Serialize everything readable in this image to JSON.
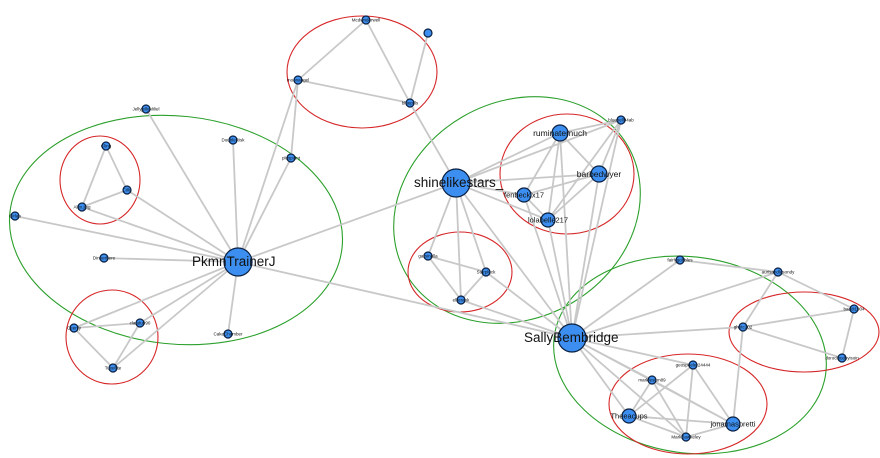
{
  "colors": {
    "node_fill": "#3c8ff0",
    "node_stroke": "#0a1f40",
    "edge": "#c8c8c8",
    "ring_green": "#2ca02c",
    "ring_red": "#d62728"
  },
  "nodes": [
    {
      "id": "pkmn",
      "label": "PkmnTrainerJ",
      "size": "xl"
    },
    {
      "id": "shine",
      "label": "shinelikestars_",
      "size": "xl"
    },
    {
      "id": "sally",
      "label": "SallyBembridge",
      "size": "xl"
    },
    {
      "id": "rumin",
      "label": "ruminatemuch",
      "size": "l"
    },
    {
      "id": "barb",
      "label": "barbedwyer",
      "size": "l"
    },
    {
      "id": "fen",
      "label": "fenbeckix17",
      "size": "m"
    },
    {
      "id": "lola",
      "label": "lolabelle217",
      "size": "m"
    },
    {
      "id": "blue",
      "label": "bluebell94ab",
      "size": "s"
    },
    {
      "id": "moon",
      "label": "moonangel",
      "size": "s"
    },
    {
      "id": "blank",
      "label": "bluepills",
      "size": "s"
    },
    {
      "id": "sdot",
      "label": "Mcdwnderwell",
      "size": "s"
    },
    {
      "id": "dot1",
      "label": "",
      "size": "s"
    },
    {
      "id": "jelly",
      "label": "JellyjellyMiliel",
      "size": "s"
    },
    {
      "id": "dovi",
      "label": "DoubleRisk",
      "size": "s"
    },
    {
      "id": "plus",
      "label": "pluspoint",
      "size": "s"
    },
    {
      "id": "c1",
      "label": "Cling",
      "size": "s"
    },
    {
      "id": "c2",
      "label": "Cillu",
      "size": "s"
    },
    {
      "id": "c3",
      "label": "Alex.jing",
      "size": "s"
    },
    {
      "id": "left",
      "label": "Cirlan",
      "size": "s"
    },
    {
      "id": "dinn",
      "label": "Dinnerhere",
      "size": "s"
    },
    {
      "id": "h1",
      "label": "Ceenly",
      "size": "s"
    },
    {
      "id": "h2",
      "label": "claudu990",
      "size": "s"
    },
    {
      "id": "h3",
      "label": "Tuxellite",
      "size": "s"
    },
    {
      "id": "cake",
      "label": "CakeChamber",
      "size": "s"
    },
    {
      "id": "g1",
      "label": "garsinella",
      "size": "s"
    },
    {
      "id": "g2",
      "label": "Starpluck",
      "size": "s"
    },
    {
      "id": "g3",
      "label": "ellierank",
      "size": "s"
    },
    {
      "id": "fair",
      "label": "fairlygobbles",
      "size": "s"
    },
    {
      "id": "aur",
      "label": "aurisandlesondy",
      "size": "s"
    },
    {
      "id": "ra",
      "label": "ghotc202",
      "size": "s"
    },
    {
      "id": "rb",
      "label": "baddi1904",
      "size": "s"
    },
    {
      "id": "rc",
      "label": "dorocloudsyisoin",
      "size": "s"
    },
    {
      "id": "gs",
      "label": "geospeeler24444",
      "size": "s"
    },
    {
      "id": "mark1",
      "label": "markfeston89",
      "size": "s"
    },
    {
      "id": "thee",
      "label": "Theeacups",
      "size": "m"
    },
    {
      "id": "jon",
      "label": "jonamaspretti",
      "size": "m"
    },
    {
      "id": "mark2",
      "label": "MarkBawkeley",
      "size": "s"
    }
  ]
}
